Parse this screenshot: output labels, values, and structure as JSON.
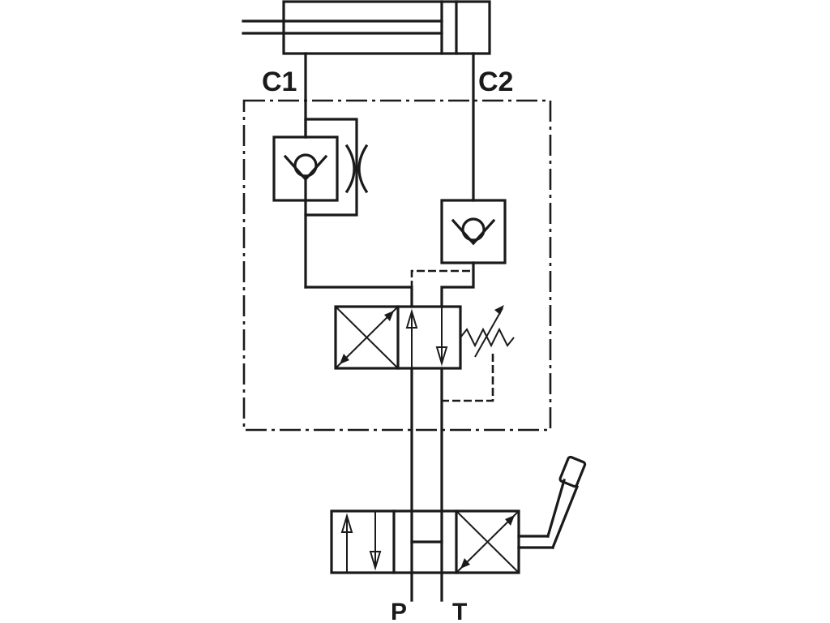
{
  "ports": {
    "c1": "C1",
    "c2": "C2",
    "p": "P",
    "t": "T"
  },
  "colors": {
    "line": "#1a1a1a",
    "background": "#ffffff"
  }
}
